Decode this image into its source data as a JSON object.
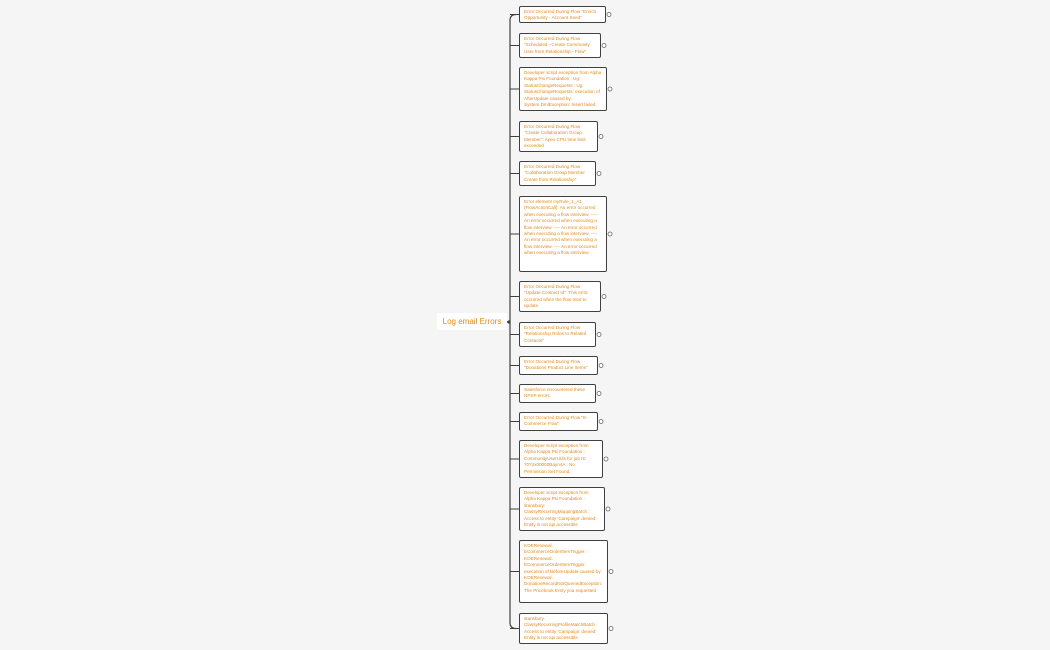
{
  "root": {
    "label": "Log email Errors"
  },
  "colors": {
    "text": "#e08a1e",
    "border": "#404040",
    "line": "#404040",
    "background": "#f5f5f5"
  },
  "nodes": [
    {
      "text": "Error Occurred During Flow \"Enrich Opportunity - Account Seed\""
    },
    {
      "text": "Error Occurred During Flow \"Scheduled - Create Community User from Relationship - Flow\""
    },
    {
      "text": "Developer script exception from Alpha Kappa Psi Foundation : Ug: StatusChangeRequests : Ug: StatusChangeRequests: execution of AfterUpdate caused by: System.DmlException: Insert failed."
    },
    {
      "text": "Error Occurred During Flow \"Create Collaboration Group Member\": Apex CPU time limit exceeded"
    },
    {
      "text": "Error Occurred During Flow \"Collaboration Group Member Create from Relationship\""
    },
    {
      "text": "Error element myRule_1_A1 (FlowActionCall). An error occurred when executing a flow interview. ---- An error occurred when executing a flow interview. ---- An error occurred when executing a flow interview. ---- An error occurred when executing a flow interview. ---- An error occurred when executing a flow interview."
    },
    {
      "text": "Error Occurred During Flow \"Update Contract Id\": This error occurred when the flow tried to update"
    },
    {
      "text": "Error Occurred During Flow \"Relationship Roles to Related Contacts\""
    },
    {
      "text": "Error Occurred During Flow \"Donations Product Line Items\""
    },
    {
      "text": "Salesforce encountered these NPSP errors."
    },
    {
      "text": "Error Occurred During Flow \"E-Commerce Flow\""
    },
    {
      "text": "Developer script exception from Alpha Kappa Psi Foundation : CommunityUserUtils for job ID 7074x00000Bayn4A : No Permission Set Found."
    },
    {
      "text": "Developer script exception from Alpha Kappa Psi Foundation : stansbury: ClassyRecurringMappingBatch : Access to entity 'Campaign' denied: Entity is not api accessible"
    },
    {
      "text": "KOERenewal. ECommerceOrderItemTrigger : KOERenewal. ECommerceOrderItemTrigger: execution of BeforeUpdate caused by: KOERenewal. DonationRecordNotQueriedException: The Pricebook Entry you requested"
    },
    {
      "text": "stansbury. ClassyRecurringProfileMatchBatch : Access to entity 'Campaign' denied: Entity is not api accessible"
    }
  ]
}
